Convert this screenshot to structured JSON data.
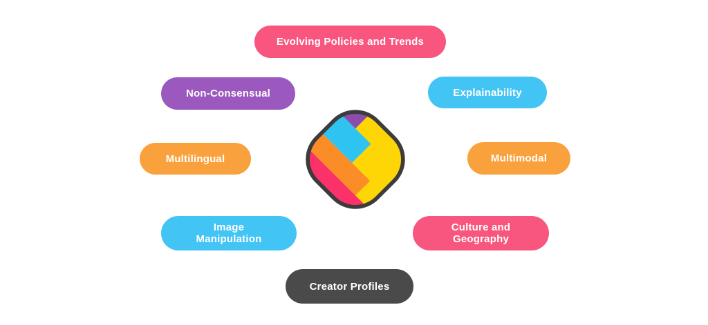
{
  "colors": {
    "pink": "#F8567E",
    "purple": "#9B58BE",
    "blue": "#42C4F5",
    "orange": "#F9A13C",
    "dark": "#4A4A4A",
    "label_text": "#FFFFFF",
    "background": "#FFFFFF"
  },
  "logo": {
    "icon": "sharechat-logo",
    "outline": "#3C3C3C",
    "yellow": "#FFD605",
    "blue": "#2FC3F2",
    "orange": "#FB8D28",
    "pink": "#FB3169",
    "purple": "#8C4CAE"
  },
  "nodes": [
    {
      "id": "evolving-policies-and-trends",
      "label": "Evolving Policies and Trends",
      "lines": [
        "Evolving Policies and Trends"
      ],
      "color": "pink",
      "position": "top"
    },
    {
      "id": "non-consensual",
      "label": "Non-Consensual",
      "lines": [
        "Non-Consensual"
      ],
      "color": "purple",
      "position": "upper-left"
    },
    {
      "id": "explainability",
      "label": "Explainability",
      "lines": [
        "Explainability"
      ],
      "color": "blue",
      "position": "upper-right"
    },
    {
      "id": "multilingual",
      "label": "Multilingual",
      "lines": [
        "Multilingual"
      ],
      "color": "orange",
      "position": "middle-left"
    },
    {
      "id": "multimodal",
      "label": "Multimodal",
      "lines": [
        "Multimodal"
      ],
      "color": "orange",
      "position": "middle-right"
    },
    {
      "id": "image-manipulation",
      "label": "Image Manipulation",
      "lines": [
        "Image",
        "Manipulation"
      ],
      "color": "blue",
      "position": "lower-left"
    },
    {
      "id": "culture-and-geography",
      "label": "Culture and Geography",
      "lines": [
        "Culture and",
        "Geography"
      ],
      "color": "pink",
      "position": "lower-right"
    },
    {
      "id": "creator-profiles",
      "label": "Creator Profiles",
      "lines": [
        "Creator Profiles"
      ],
      "color": "dark",
      "position": "bottom"
    }
  ]
}
